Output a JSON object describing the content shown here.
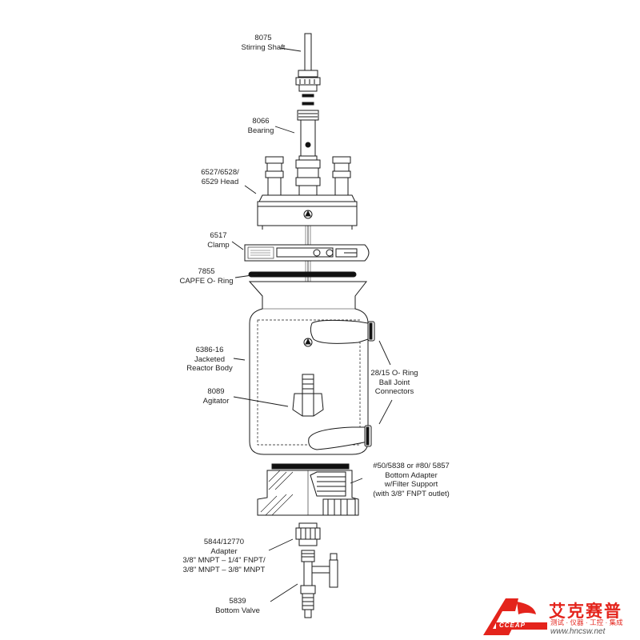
{
  "parts": [
    {
      "id": "shaft",
      "lines": [
        "8075",
        "Stirring Shaft"
      ]
    },
    {
      "id": "bearing",
      "lines": [
        "8066",
        "Bearing"
      ]
    },
    {
      "id": "head",
      "lines": [
        "6527/6528/",
        "6529 Head"
      ]
    },
    {
      "id": "clamp",
      "lines": [
        "6517",
        "Clamp"
      ]
    },
    {
      "id": "oring",
      "lines": [
        "7855",
        "CAPFE O- Ring"
      ]
    },
    {
      "id": "body",
      "lines": [
        "6386-16",
        "Jacketed",
        "Reactor Body"
      ]
    },
    {
      "id": "agitator",
      "lines": [
        "8089",
        "Agitator"
      ]
    },
    {
      "id": "connectors",
      "lines": [
        "28/15 O- Ring",
        "Ball Joint",
        "Connectors"
      ]
    },
    {
      "id": "bottom_adapter",
      "lines": [
        "#50/5838 or #80/ 5857",
        "Bottom Adapter",
        "w/Filter Support",
        "(with 3/8\" FNPT outlet)"
      ]
    },
    {
      "id": "adapter",
      "lines": [
        "5844/12770",
        "Adapter",
        "3/8\" MNPT – 1/4\" FNPT/",
        "3/8\" MNPT – 3/8\" MNPT"
      ]
    },
    {
      "id": "valve",
      "lines": [
        "5839",
        "Bottom Valve"
      ]
    }
  ],
  "watermark": {
    "name_cn": "艾克赛普",
    "tagline": "测试 · 仪器 · 工控 · 集成",
    "url": "www.hncsw.net",
    "badge": "CCEAP",
    "color": "#e4241c"
  }
}
